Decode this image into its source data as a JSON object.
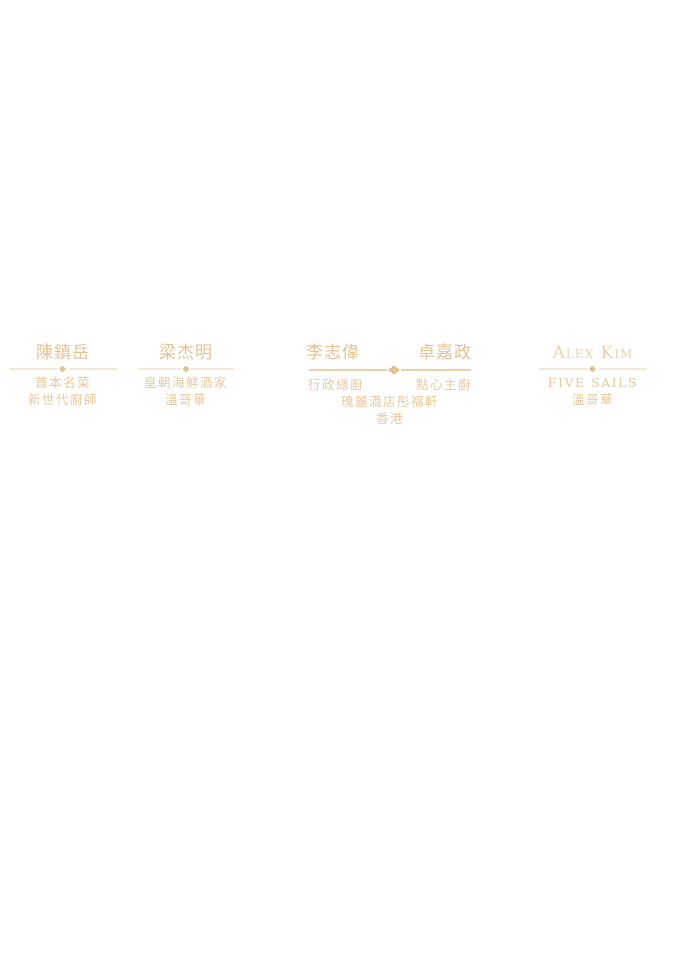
{
  "colors": {
    "name": "#e7c28f",
    "name_latin": "#ead3a7",
    "sub": "#e8c99c",
    "rule": "#e3c08e"
  },
  "chefs": [
    {
      "name": "陳鎮岳",
      "lines": [
        "首本名菜",
        "新世代廚師"
      ]
    },
    {
      "name": "梁杰明",
      "lines": [
        "皇朝海鮮酒家",
        "溫哥華"
      ]
    },
    {
      "name": "Alex Kim",
      "lines": [
        "FIVE SAILS",
        "溫哥華"
      ]
    }
  ],
  "duo": {
    "left_name": "李志偉",
    "right_name": "卓嘉政",
    "left_title": "行政總廚",
    "right_title": "點心主廚",
    "venue": "瑰麗酒店彤福軒",
    "city": "香港"
  }
}
